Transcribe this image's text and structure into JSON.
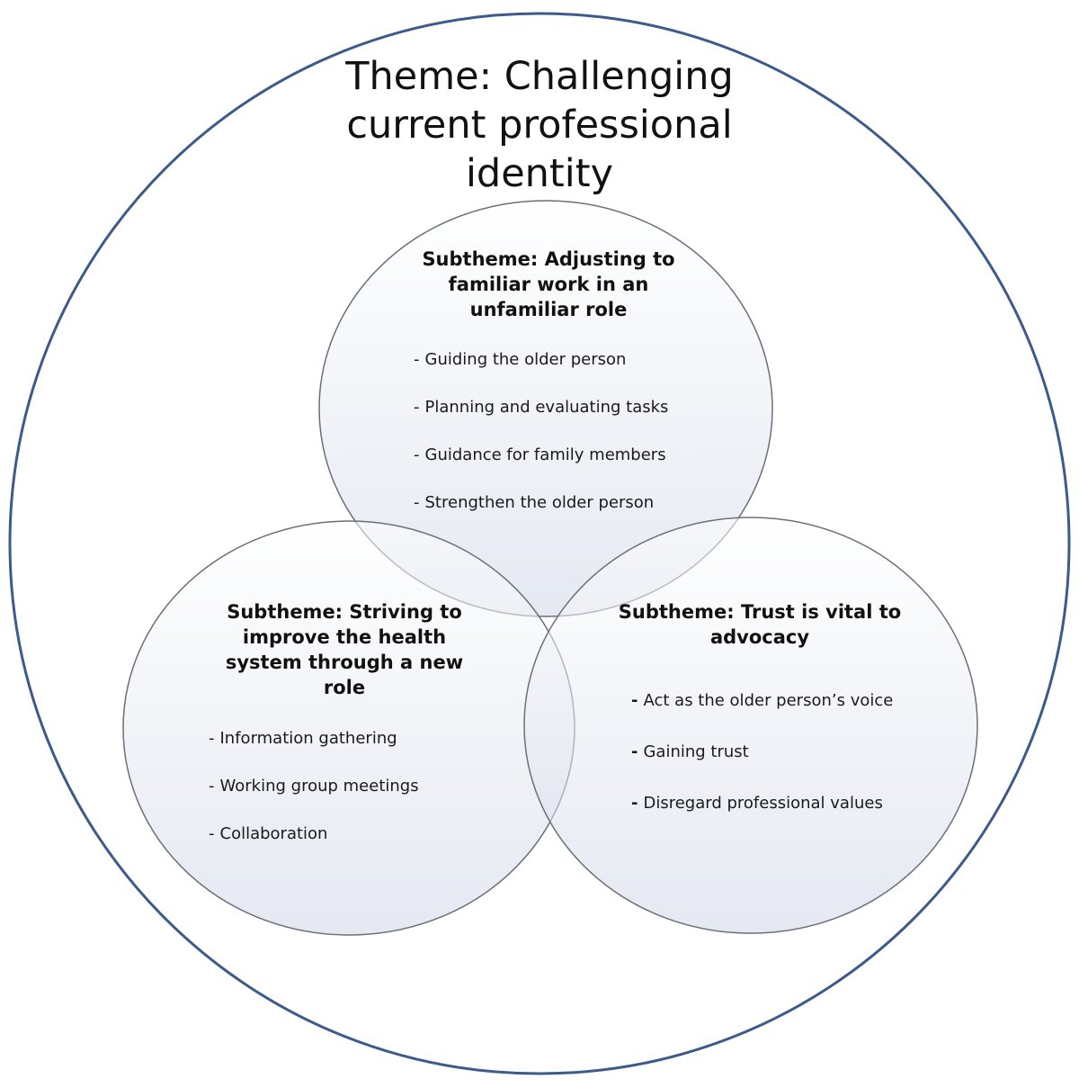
{
  "theme": {
    "title_line1": "Theme: Challenging",
    "title_line2": "current professional",
    "title_line3": "identity"
  },
  "subthemes": [
    {
      "title_line1": "Subtheme: Adjusting to",
      "title_line2": "familiar work in an",
      "title_line3": "unfamiliar role",
      "items": [
        "Guiding the older person",
        "Planning and evaluating tasks",
        "Guidance for family members",
        "Strengthen the older person"
      ]
    },
    {
      "title_line1": "Subtheme: Striving to",
      "title_line2": "improve the health",
      "title_line3": "system through a new",
      "title_line4": "role",
      "items": [
        "Information gathering",
        "Working group meetings",
        "Collaboration"
      ]
    },
    {
      "title_line1": "Subtheme: Trust is vital to",
      "title_line2": "advocacy",
      "items": [
        "Act as the older person’s voice",
        "Gaining trust",
        "Disregard professional values"
      ]
    }
  ],
  "colors": {
    "outer_ring": "#3c5a8a",
    "inner_stroke": "#6b6f78",
    "fill_light": "#ffffff",
    "fill_dark": "#cfd6e6"
  }
}
